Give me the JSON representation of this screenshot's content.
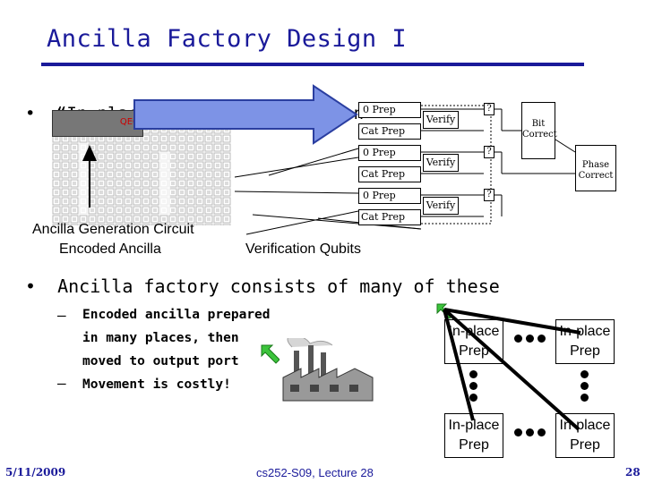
{
  "slide": {
    "title": "Ancilla Factory Design I",
    "bullet1_text": "“In-place” ancilla preparation",
    "bullet2_text": "Ancilla factory consists of many of these",
    "bullet_marker": "•",
    "sub_dash": "–",
    "sub1_line1": "Encoded ancilla prepared",
    "sub1_line2": "in many places, then",
    "sub1_line3": "moved to output port",
    "sub2": "Movement is costly!"
  },
  "circuit": {
    "qec_label": "QEC",
    "zero_prep": "0 Prep",
    "cat_prep": "Cat Prep",
    "verify": "Verify",
    "question": "?",
    "bit_correct_1": "Bit",
    "bit_correct_2": "Correct",
    "phase_correct_1": "Phase",
    "phase_correct_2": "Correct",
    "ancilla_gen": "Ancilla Generation Circuit",
    "encoded_ancilla": "Encoded Ancilla",
    "verification_qubits": "Verification Qubits"
  },
  "factory_grid": {
    "prep_line1": "In-place",
    "prep_line2": "Prep"
  },
  "footer": {
    "date": "5/11/2009",
    "course": "cs252-S09, Lecture 28",
    "page": "28"
  },
  "colors": {
    "title": "#1a1a9a",
    "arrow_fill": "#7d93e6",
    "qec_red": "#cc0000",
    "green_arrow": "#3cc43c"
  },
  "icons": {
    "factory": "factory-icon"
  }
}
